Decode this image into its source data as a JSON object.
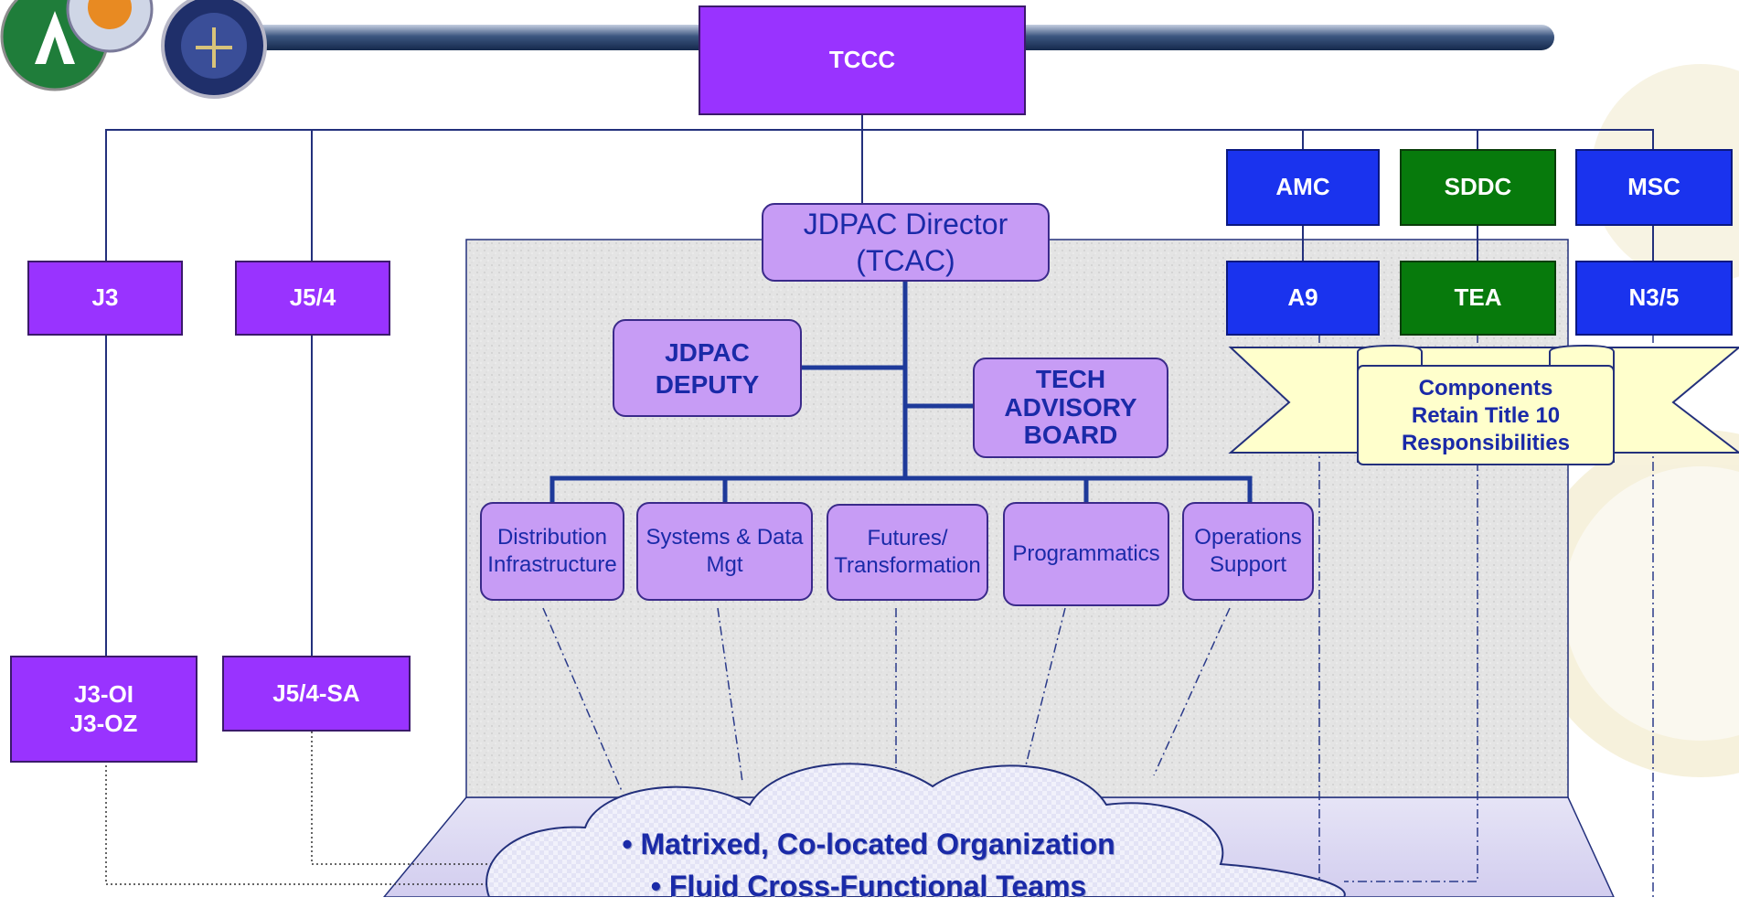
{
  "top": {
    "title": "TCCC"
  },
  "staff": {
    "j3": "J3",
    "j54": "J5/4",
    "j3_oi": "J3-OI",
    "j3_oz": "J3-OZ",
    "j54_sa": "J5/4-SA"
  },
  "components": {
    "amc": "AMC",
    "sddc": "SDDC",
    "msc": "MSC",
    "a9": "A9",
    "tea": "TEA",
    "n35": "N3/5"
  },
  "jdpac": {
    "director_line1": "JDPAC Director",
    "director_line2": "(TCAC)",
    "deputy_line1": "JDPAC",
    "deputy_line2": "DEPUTY",
    "tab_line1": "TECH",
    "tab_line2": "ADVISORY",
    "tab_line3": "BOARD",
    "divisions": [
      {
        "line1": "Distribution",
        "line2": "Infrastructure"
      },
      {
        "line1": "Systems & Data",
        "line2": "Mgt"
      },
      {
        "line1": "Futures/",
        "line2": "Transformation"
      },
      {
        "line1": "Programmatics",
        "line2": ""
      },
      {
        "line1": "Operations",
        "line2": "Support"
      }
    ]
  },
  "banner": {
    "line1": "Components",
    "line2": "Retain Title 10",
    "line3": "Responsibilities"
  },
  "cloud": {
    "bullet1": "• Matrixed, Co-located Organization",
    "bullet2": "• Fluid Cross-Functional Teams"
  },
  "colors": {
    "staff_box": "#9933ff",
    "component_blue": "#1a33ee",
    "component_green": "#077a0c",
    "jdpac_box": "#c79cf5",
    "text_blue": "#1a2aa8",
    "banner": "#ffffcc"
  }
}
